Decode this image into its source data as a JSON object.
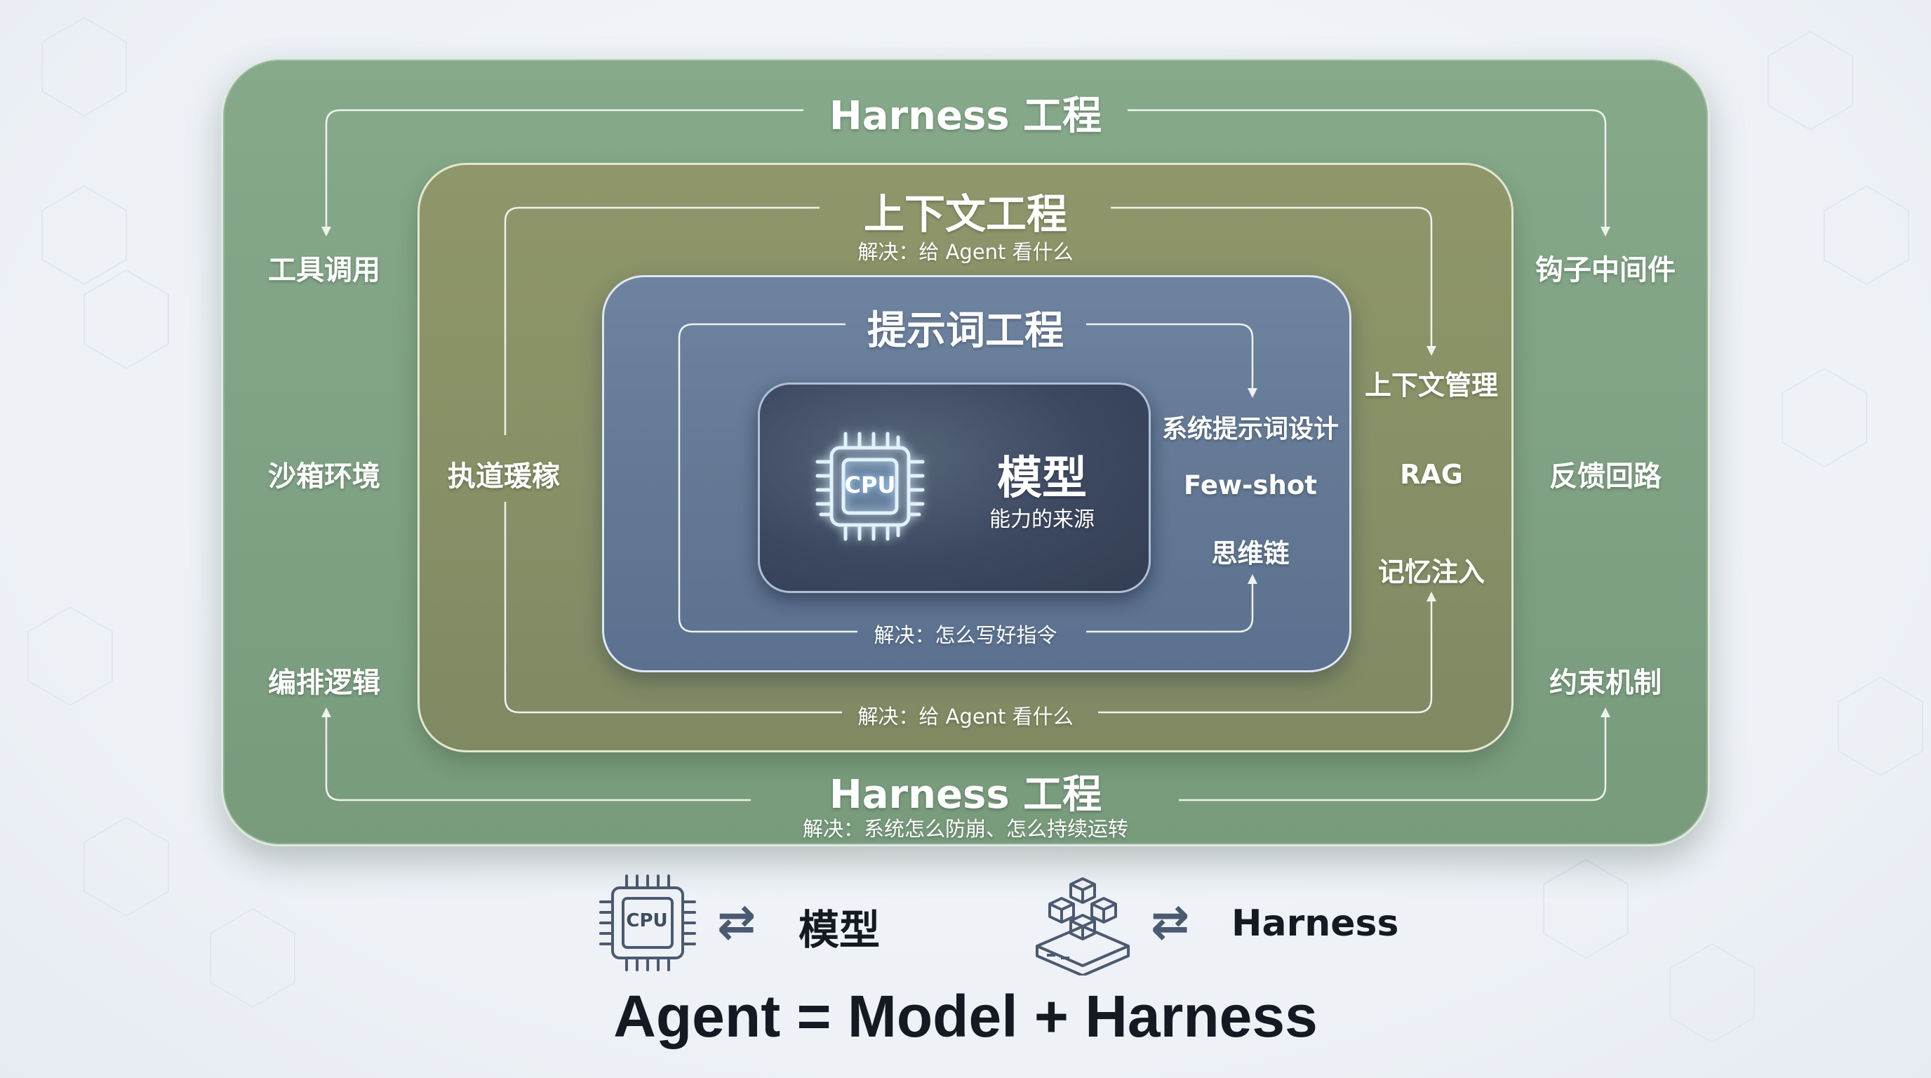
{
  "outer_layer": {
    "title": "Harness 工程",
    "bottom_title": "Harness 工程",
    "bottom_caption": "解决：系统怎么防崩、怎么持续运转",
    "left_items": [
      "工具调用",
      "沙箱环境",
      "编排逻辑"
    ],
    "right_items": [
      "钩子中间件",
      "反馈回路",
      "约束机制"
    ]
  },
  "context_layer": {
    "title": "上下文工程",
    "subtitle": "解决：给 Agent 看什么",
    "bottom_caption": "解决：给 Agent 看什么",
    "left_item": "执道瑗稼",
    "right_items": [
      "上下文管理",
      "RAG",
      "记忆注入"
    ]
  },
  "prompt_layer": {
    "title": "提示词工程",
    "bottom_caption": "解决：怎么写好指令",
    "right_items": [
      "系统提示词设计",
      "Few-shot",
      "思维链"
    ]
  },
  "core": {
    "chip_label": "CPU",
    "title": "模型",
    "subtitle": "能力的来源"
  },
  "legend": {
    "model_chip_label": "CPU",
    "model_label": "模型",
    "harness_label": "Harness",
    "arrow_glyph": "⇄"
  },
  "formula": "Agent = Model + Harness",
  "colors": {
    "outer": "#7fa184",
    "context": "#868f66",
    "prompt": "#627893",
    "core": "#3c4860",
    "text_dark": "#151a22"
  },
  "icons": {
    "core": "cpu-chip-icon",
    "legend_model": "cpu-chip-icon",
    "legend_harness": "stacked-cubes-server-icon"
  }
}
